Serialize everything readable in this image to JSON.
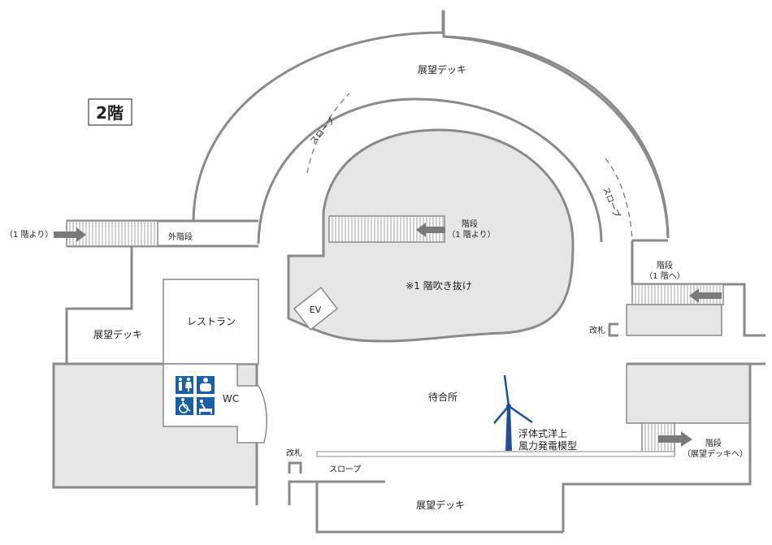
{
  "floor_badge": "2階",
  "labels": {
    "deck_top": "展望デッキ",
    "deck_left": "展望デッキ",
    "deck_bottom": "展望デッキ",
    "slope_upper_left": "スロープ",
    "slope_upper_right": "スロープ",
    "slope_bottom": "スロープ",
    "from_1f_left": "（1 階より）",
    "outer_stairs": "外階段",
    "stairs_center_1": "階段",
    "stairs_center_2": "（1 階より）",
    "atrium": "※1 階吹き抜け",
    "ev": "EV",
    "stairs_right_1": "階段",
    "stairs_right_2": "（1 階へ）",
    "gate_right": "改札",
    "gate_left": "改札",
    "restaurant": "レストラン",
    "wc": "WC",
    "waiting_room": "待合所",
    "turbine_1": "浮体式洋上",
    "turbine_2": "風力発電模型",
    "stairs_deck_1": "階段",
    "stairs_deck_2": "（展望デッキへ）"
  },
  "icons": [
    "restroom-icon",
    "nursing-room-icon",
    "wheelchair-icon",
    "baby-changing-icon",
    "wind-turbine-icon"
  ],
  "colors": {
    "wall": "#8a8a8a",
    "floor_fill": "#e6e6e6",
    "arrow": "#7a7a7a",
    "icon_blue": "#1a5fa6",
    "turbine_blue": "#1e4f96"
  }
}
